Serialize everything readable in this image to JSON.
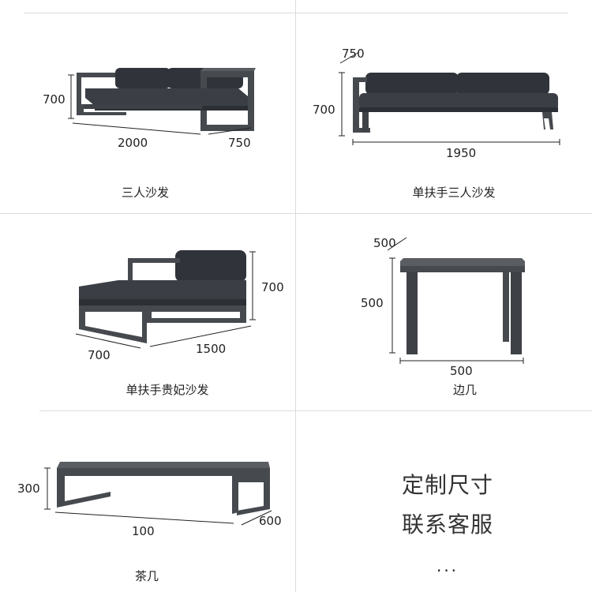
{
  "colors": {
    "cushion": "#3b3f45",
    "cushion_dark": "#2c2f34",
    "frame": "#46494e",
    "frame_dark": "#2e3034",
    "line": "#222222",
    "divider": "#dcdcdc"
  },
  "items": [
    {
      "caption": "三人沙发",
      "dims": {
        "height": "700",
        "length": "2000",
        "depth": "750"
      }
    },
    {
      "caption": "单扶手三人沙发",
      "dims": {
        "depth": "750",
        "height": "700",
        "length": "1950"
      }
    },
    {
      "caption": "单扶手贵妃沙发",
      "dims": {
        "height": "700",
        "depth": "700",
        "length": "1500"
      }
    },
    {
      "caption": "边几",
      "dims": {
        "depth": "500",
        "height": "500",
        "length": "500"
      }
    },
    {
      "caption": "茶几",
      "dims": {
        "height": "300",
        "length": "100",
        "depth": "600"
      }
    }
  ],
  "custom": {
    "line1": "定制尺寸",
    "line2": "联系客服",
    "dots": "..."
  }
}
